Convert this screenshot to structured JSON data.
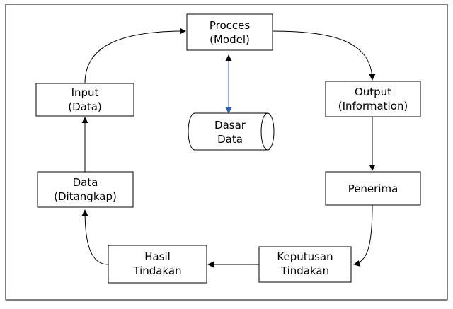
{
  "nodes": {
    "process": {
      "line1": "Procces",
      "line2": "(Model)"
    },
    "input": {
      "line1": "Input",
      "line2": "(Data)"
    },
    "output": {
      "line1": "Output",
      "line2": "(Information)"
    },
    "database": {
      "line1": "Dasar",
      "line2": "Data"
    },
    "capture": {
      "line1": "Data",
      "line2": "(Ditangkap)"
    },
    "receiver": {
      "line1": "Penerima"
    },
    "decision": {
      "line1": "Keputusan",
      "line2": "Tindakan"
    },
    "result": {
      "line1": "Hasil",
      "line2": "Tindakan"
    }
  },
  "colors": {
    "db_link_arrow": "#2b5fb4",
    "stroke": "#000000"
  }
}
